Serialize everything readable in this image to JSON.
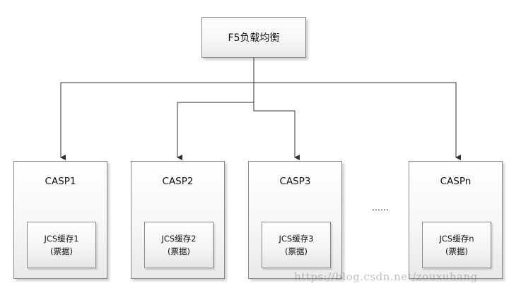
{
  "root": {
    "label": "F5负载均衡"
  },
  "nodes": [
    {
      "title": "CASP1",
      "cache_line1": "JCS缓存1",
      "cache_line2": "(票据)"
    },
    {
      "title": "CASP2",
      "cache_line1": "JCS缓存2",
      "cache_line2": "(票据)"
    },
    {
      "title": "CASP3",
      "cache_line1": "JCS缓存3",
      "cache_line2": "(票据)"
    },
    {
      "title": "CASPn",
      "cache_line1": "JCS缓存n",
      "cache_line2": "(票据)"
    }
  ],
  "ellipsis": "……",
  "watermark": "https://blog.csdn.net/zouxuhang",
  "colors": {
    "line": "#333333",
    "border": "#8a8a8a",
    "box_fill_top": "#ffffff",
    "box_fill_bottom": "#e9e9e9"
  }
}
